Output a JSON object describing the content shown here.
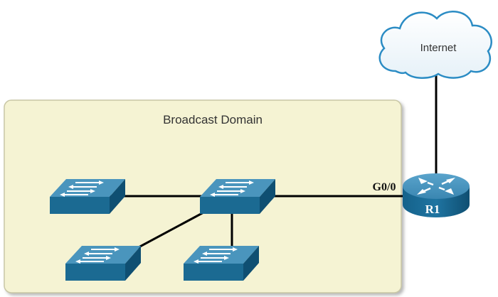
{
  "domain": {
    "label": "Broadcast Domain"
  },
  "cloud": {
    "label": "Internet"
  },
  "router": {
    "name": "R1",
    "interface": "G0/0"
  },
  "switches": [
    {
      "id": "switch-1"
    },
    {
      "id": "switch-2"
    },
    {
      "id": "switch-3"
    },
    {
      "id": "switch-4"
    }
  ],
  "colors": {
    "domain_fill": "#f5f3d3",
    "domain_stroke": "#c9c7a6",
    "device_top": "#4a95bd",
    "device_front": "#1b6a92",
    "device_side": "#0f4f72",
    "cable": "#000000",
    "cloud_stroke": "#2b8cc4"
  }
}
